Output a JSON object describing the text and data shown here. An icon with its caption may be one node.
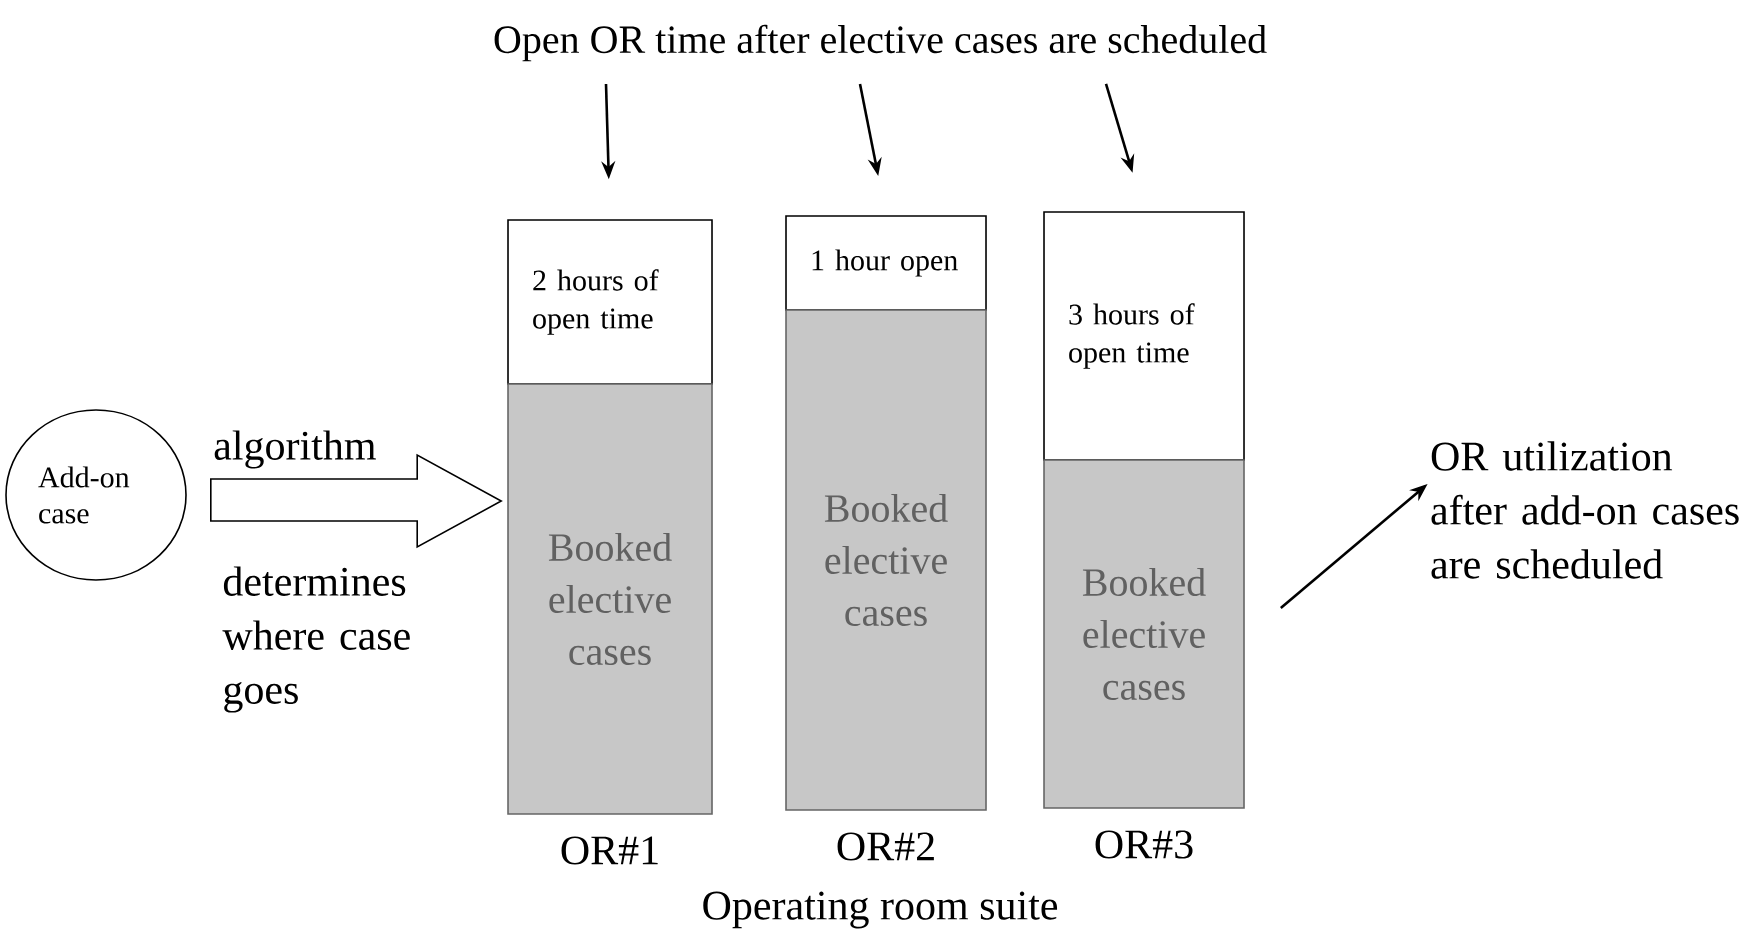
{
  "diagram": {
    "nodes": [
      {
        "text": [
          "Open OR time after elective cases are scheduled"
        ]
      },
      {
        "text": [
          "Add-on case"
        ]
      },
      {
        "text": [
          "2 hours of open time"
        ]
      },
      {
        "text": [
          "Booked elective cases"
        ],
        "beside": [
          "OR#1"
        ]
      },
      {
        "text": [
          "1 hour open"
        ]
      },
      {
        "text": [
          "Booked elective cases"
        ],
        "beside": [
          "OR#2"
        ]
      },
      {
        "text": [
          "3 hours of open time"
        ]
      },
      {
        "text": [
          "Booked elective cases"
        ],
        "beside": [
          "OR#3"
        ]
      },
      {
        "text": [
          "OR utilization after add-on cases are scheduled"
        ]
      }
    ],
    "edges": [
      {
        "from": 0,
        "to": 2,
        "arrow": "to"
      },
      {
        "from": 0,
        "to": 4,
        "arrow": "to"
      },
      {
        "from": 0,
        "to": 6,
        "arrow": "to"
      },
      {
        "from": 1,
        "to": 3,
        "arrow": "to",
        "label": "algorithm"
      },
      {
        "from": 7,
        "to": 8,
        "arrow": "to"
      }
    ],
    "labels": [
      "determines where case goes",
      "Operating room suite"
    ]
  }
}
